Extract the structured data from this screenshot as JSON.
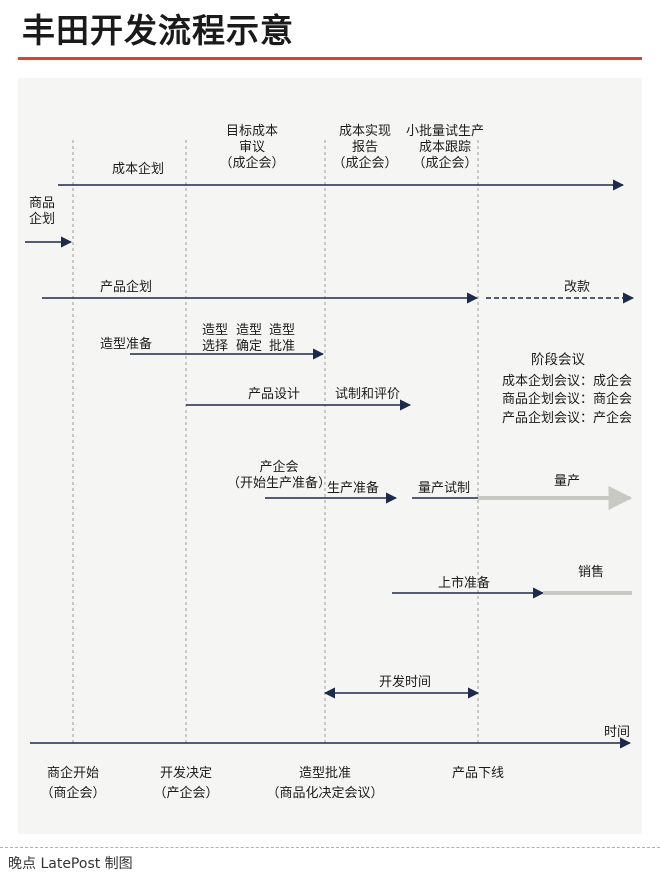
{
  "title": "丰田开发流程示意",
  "footer": "晚点 LatePost 制图",
  "colors": {
    "accent": "#d9442a",
    "arrow": "#1e2a4a",
    "grey_bar": "#c9c9c3",
    "panel": "#f5f5f4"
  },
  "stage_labels": {
    "target_cost": [
      "目标成本",
      "审议",
      "（成企会）"
    ],
    "cost_report": [
      "成本实现",
      "报告",
      "（成企会）"
    ],
    "pilot": [
      "小批量试生产",
      "成本跟踪",
      "（成企会）"
    ]
  },
  "flows": {
    "cost_plan": "成本企划",
    "product_plan_left": [
      "商品",
      "企划"
    ],
    "product_plan": "产品企划",
    "model_change": "改款",
    "styling_prep": "造型准备",
    "styling_steps": [
      "造型\n选择",
      "造型\n确定",
      "造型\n批准"
    ],
    "product_design": "产品设计",
    "trial_eval": "试制和评价",
    "prod_council": [
      "产企会",
      "（开始生产准备）"
    ],
    "production_prep": "生产准备",
    "mass_trial": "量产试制",
    "mass_production": "量产",
    "market_prep": "上市准备",
    "sales": "销售",
    "dev_time": "开发时间",
    "time": "时间"
  },
  "meetings": {
    "heading": "阶段会议",
    "items": [
      "成本企划会议：成企会",
      "商品企划会议：商企会",
      "产品企划会议：产企会"
    ]
  },
  "milestones": [
    {
      "name": "商企开始",
      "note": "（商企会）"
    },
    {
      "name": "开发决定",
      "note": "（产企会）"
    },
    {
      "name": "造型批准",
      "note": "（商品化决定会议）"
    },
    {
      "name": "产品下线",
      "note": ""
    }
  ]
}
